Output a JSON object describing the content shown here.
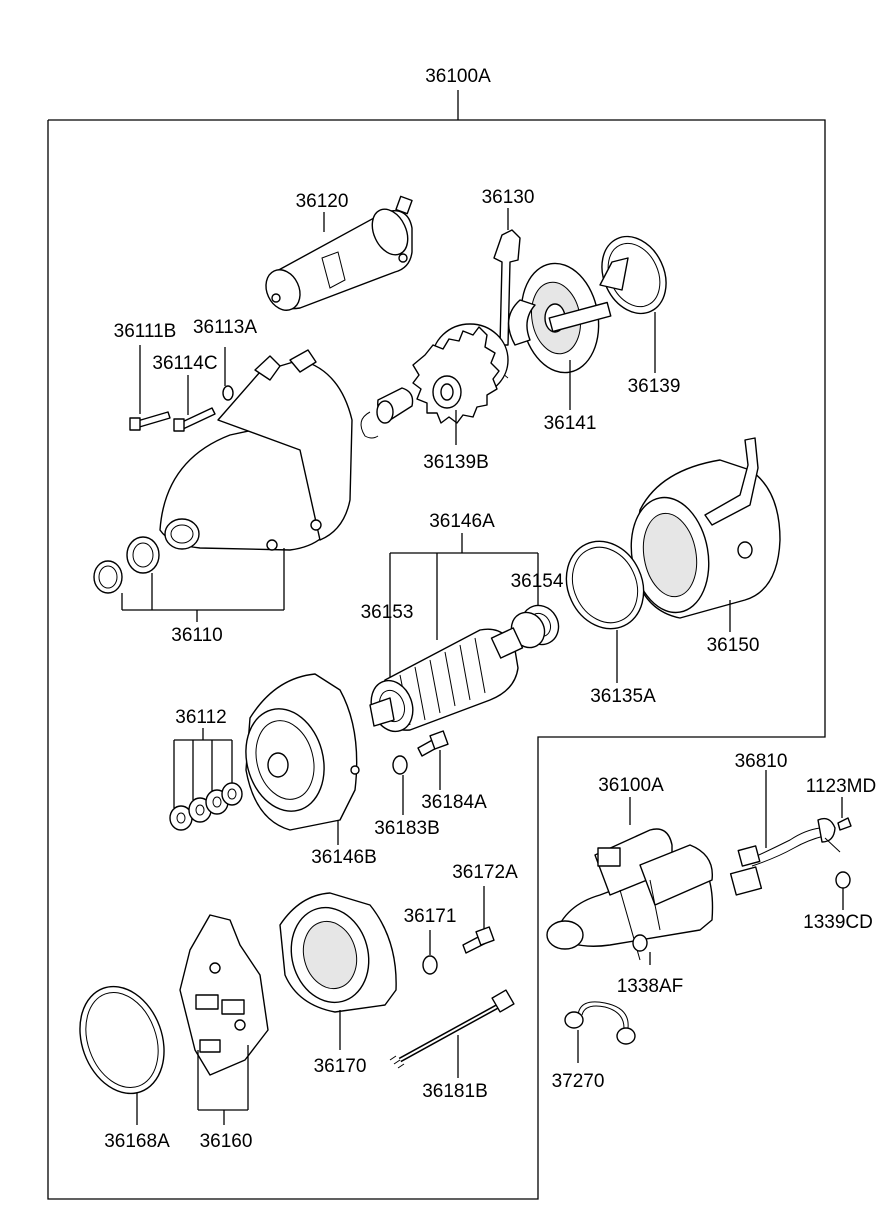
{
  "labels": {
    "assembly_top": "36100A",
    "solenoid": "36120",
    "lever": "36130",
    "pinion_cover": "36139",
    "gear_housing": "36141",
    "pinion_gear": "36139B",
    "bolt_36111b": "36111B",
    "washer_36113a": "36113A",
    "bolt_36114c": "36114C",
    "front_housing": "36110",
    "armature_assy": "36146A",
    "bearing": "36154",
    "armature": "36153",
    "yoke": "36150",
    "ring_36135a": "36135A",
    "shims": "36112",
    "bolt_36184a": "36184A",
    "washer_36183b": "36183B",
    "end_cover": "36146B",
    "bolt_36172a": "36172A",
    "washer_36171": "36171",
    "rear_housing": "36170",
    "through_bolt": "36181B",
    "ring_36168a": "36168A",
    "brush_holder": "36160",
    "assembly_inset": "36100A",
    "harness": "36810",
    "screw_1123md": "1123MD",
    "nut_1339cd": "1339CD",
    "nut_1338af": "1338AF",
    "cap_37270": "37270"
  },
  "colors": {
    "line": "#000000",
    "background": "#ffffff",
    "shade": "#e6e6e6"
  }
}
